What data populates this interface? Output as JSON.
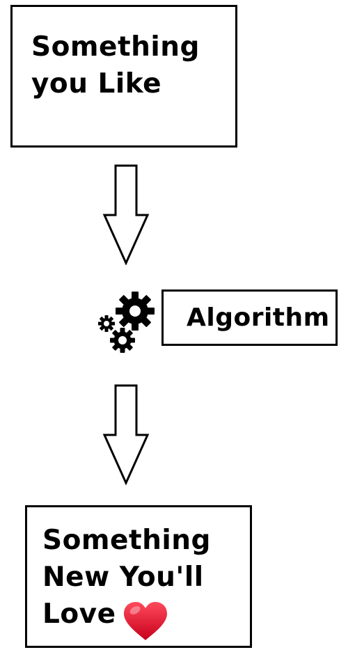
{
  "nodes": {
    "input": "Something\nyou Like",
    "algorithm": "Algorithm",
    "output": "Something\nNew You'll\nLove"
  },
  "icons": {
    "process": "gears-icon",
    "emotion": "heart-icon"
  },
  "colors": {
    "stroke": "#000000",
    "heart": "#e8112d"
  }
}
